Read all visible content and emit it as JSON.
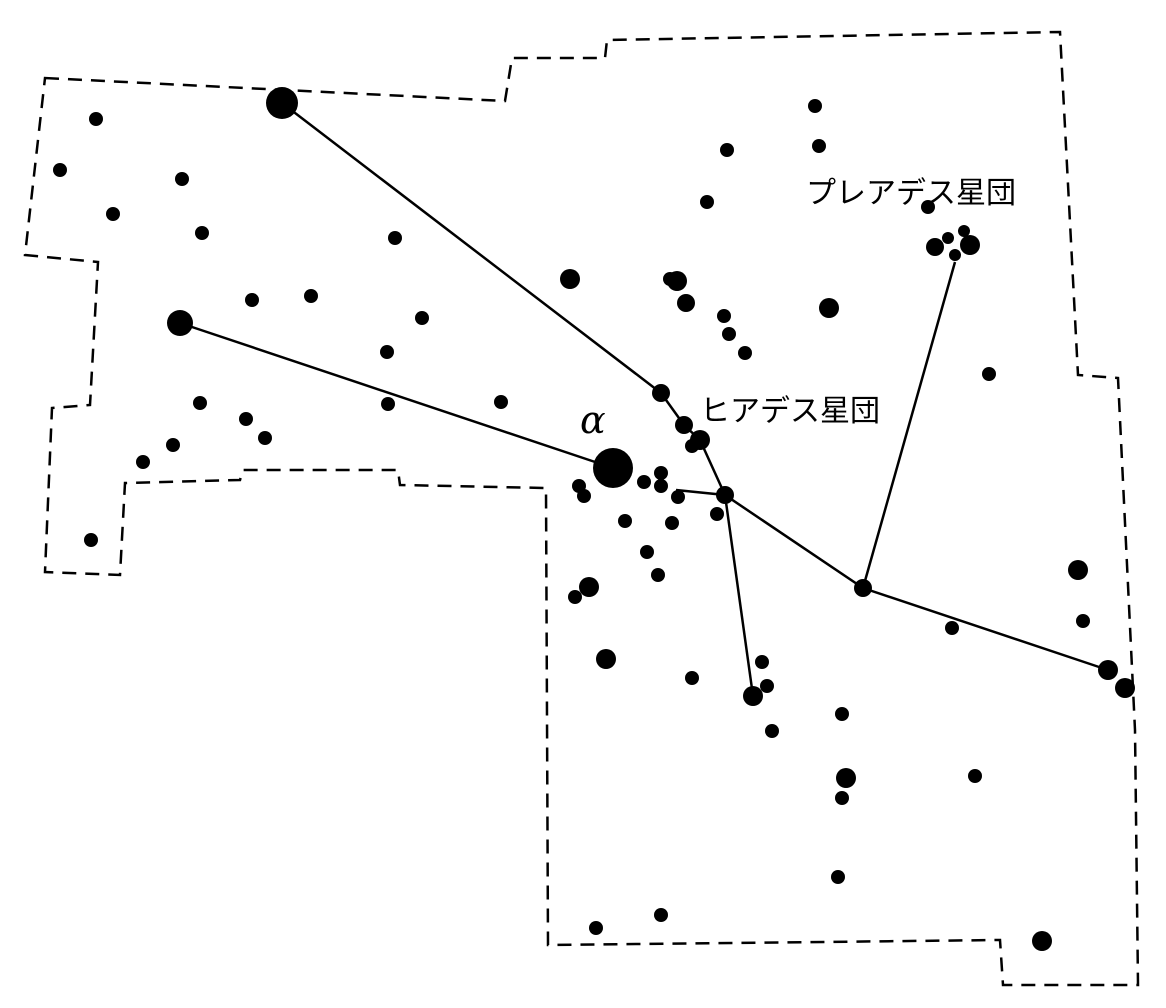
{
  "labels": {
    "pleiades": "プレアデス星団",
    "hyades": "ヒアデス星団",
    "alpha": "α"
  },
  "colors": {
    "ink": "#000000",
    "background": "#ffffff"
  }
}
